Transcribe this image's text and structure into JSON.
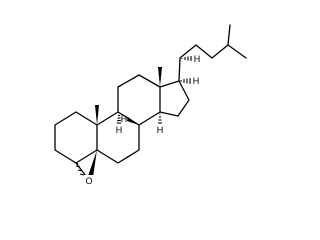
{
  "structure": {
    "atoms": {
      "epoxide_oxygen": "O",
      "stereo_h_c8": "H",
      "stereo_h_c9": "H",
      "stereo_h_c14": "H",
      "stereo_h_c17": "H",
      "stereo_h_c20": "H"
    },
    "stereochemistry": {
      "c10_methyl": "wedge",
      "c13_methyl": "wedge",
      "c5_epoxide_oxygen": "wedge",
      "c4_epoxide_bond": "hash",
      "c8_h": "wedge",
      "c9_h": "hash",
      "c14_h": "hash",
      "c17_h": "hash",
      "c20_h": "hash"
    }
  }
}
